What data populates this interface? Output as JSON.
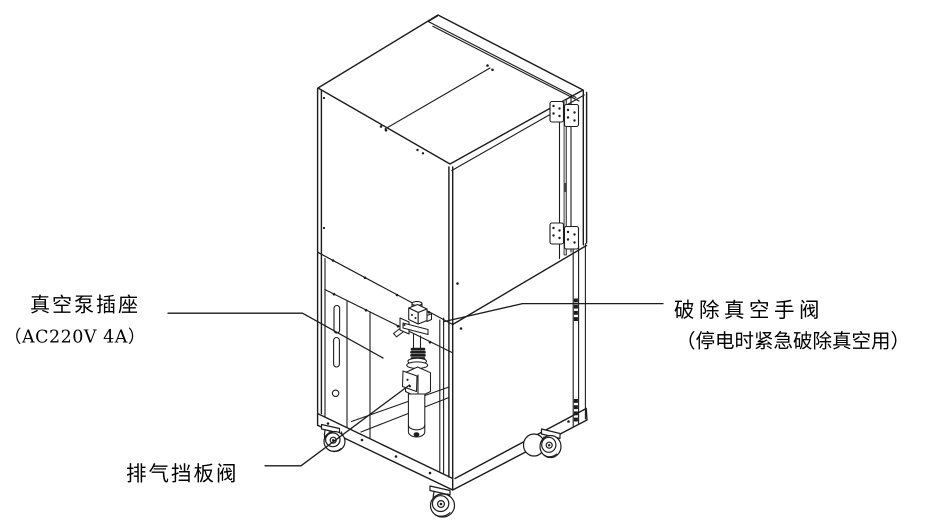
{
  "diagram": {
    "labels": {
      "vacuum_pump_socket": {
        "line1": "真空泵插座",
        "line2": "（AC220V 4A）"
      },
      "exhaust_baffle_valve": {
        "line1": "排气挡板阀"
      },
      "vacuum_break_valve": {
        "line1": "破除真空手阀",
        "line2": "（停电时紧急破除真空用）"
      }
    },
    "colors": {
      "line": "#1c1c1c",
      "text": "#000000",
      "background": "#ffffff"
    }
  }
}
